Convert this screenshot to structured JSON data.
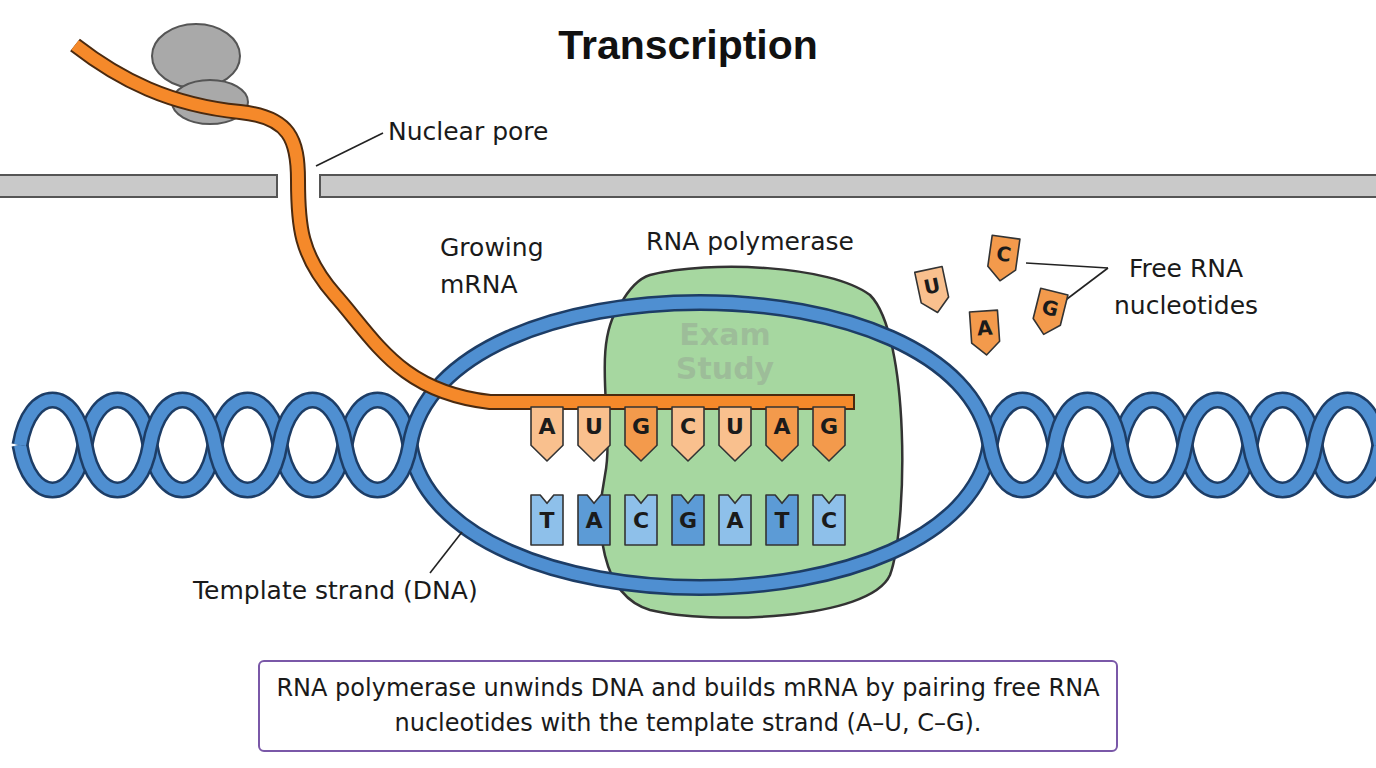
{
  "diagram": {
    "title": "Transcription",
    "caption": "RNA polymerase unwinds DNA and builds mRNA by pairing free RNA nucleotides with the template strand (A–U, C–G).",
    "nodes": [
      {
        "text": [
          "RNA polymerase"
        ]
      },
      {
        "text": [
          "A"
        ]
      },
      {
        "text": [
          "U"
        ]
      },
      {
        "text": [
          "G"
        ]
      },
      {
        "text": [
          "C"
        ]
      },
      {
        "text": [
          "U"
        ]
      },
      {
        "text": [
          "A"
        ]
      },
      {
        "text": [
          "G"
        ]
      },
      {
        "text": [
          "T"
        ]
      },
      {
        "text": [
          "A"
        ]
      },
      {
        "text": [
          "C"
        ]
      },
      {
        "text": [
          "G"
        ]
      },
      {
        "text": [
          "A"
        ]
      },
      {
        "text": [
          "T"
        ]
      },
      {
        "text": [
          "C"
        ]
      },
      {
        "text": [
          "U"
        ]
      },
      {
        "text": [
          "C"
        ]
      },
      {
        "text": [
          "A"
        ]
      },
      {
        "text": [
          "G"
        ]
      }
    ],
    "labels": [
      "Nuclear pore",
      "Growing mRNA",
      "Free RNA nucleotides",
      "Template strand (DNA)",
      "Exam Study"
    ]
  }
}
